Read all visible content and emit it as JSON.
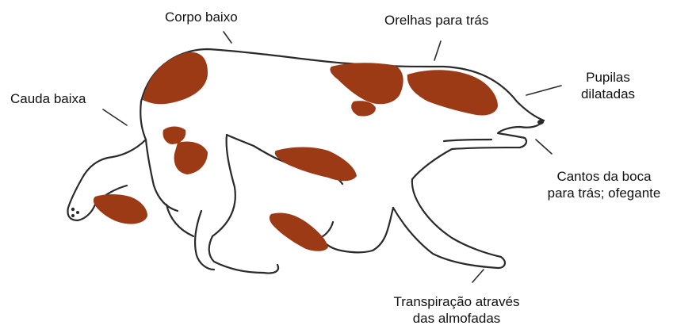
{
  "labels": {
    "corpo_baixo": "Corpo baixo",
    "orelhas_para_tras": "Orelhas para trás",
    "cauda_baixa": "Cauda baixa",
    "pupilas_dilatadas_1": "Pupilas",
    "pupilas_dilatadas_2": "dilatadas",
    "cantos_boca_1": "Cantos da boca",
    "cantos_boca_2": "para trás; ofegante",
    "transpiracao_1": "Transpiração através",
    "transpiracao_2": "das almofadas"
  },
  "colors": {
    "outline": "#2a2a2a",
    "patch": "#9c3a16",
    "patch_dark": "#7a2a0d",
    "text": "#111111",
    "background": "#ffffff"
  }
}
